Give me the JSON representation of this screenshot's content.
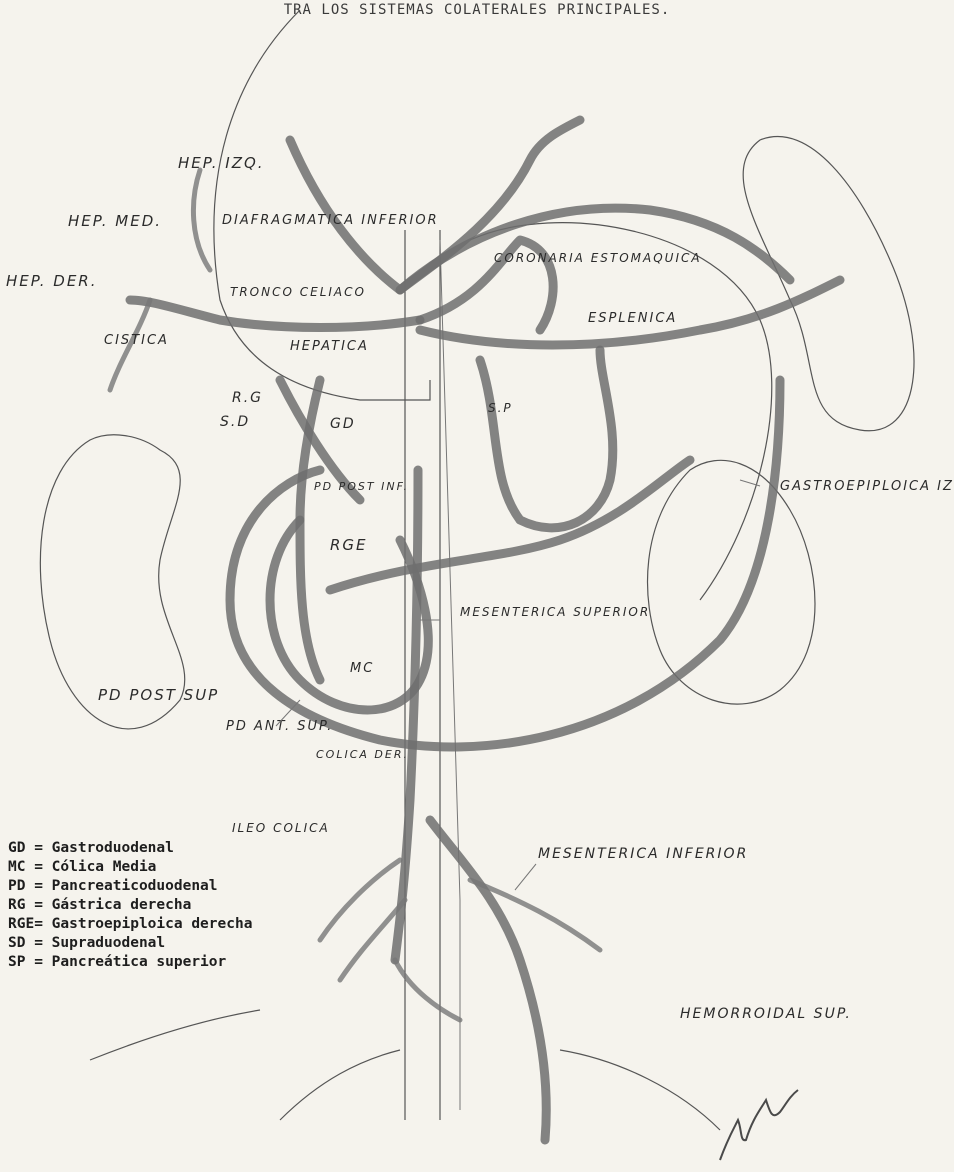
{
  "title": "TRA LOS SISTEMAS COLATERALES PRINCIPALES.",
  "labels": {
    "hep_izq": "HEP. IZQ.",
    "hep_med": "HEP. MED.",
    "diafragmatica": "DIAFRAGMATICA INFERIOR",
    "hep_der": "HEP. DER.",
    "cistica": "CISTICA",
    "tronco_celiaco": "TRONCO CELIACO",
    "hepatica": "HEPATICA",
    "coronaria": "CORONARIA ESTOMAQUICA",
    "esplenica": "ESPLENICA",
    "rg": "R.G",
    "sd": "S.D",
    "gd": "GD",
    "sp": "S.P",
    "pd_post_inf": "PD POST INF.",
    "rge": "RGE",
    "gastroepiploica_izq": "GASTROEPIPLOICA IZQ.",
    "mesenterica_superior": "MESENTERICA SUPERIOR",
    "pd_post_sup": "PD POST SUP",
    "mc": "MC",
    "pd_ant_sup": "PD ANT. SUP.",
    "colica_der": "COLICA DER.",
    "ileo_colica": "ILEO COLICA",
    "mesenterica_inferior": "MESENTERICA INFERIOR",
    "hemorroidal_sup": "HEMORROIDAL SUP."
  },
  "legend": [
    "GD = Gastroduodenal",
    "MC = Cólica Media",
    "PD = Pancreaticoduodenal",
    "RG = Gástrica derecha",
    "RGE= Gastroepiploica derecha",
    "SD = Supraduodenal",
    "SP = Pancreática superior"
  ]
}
